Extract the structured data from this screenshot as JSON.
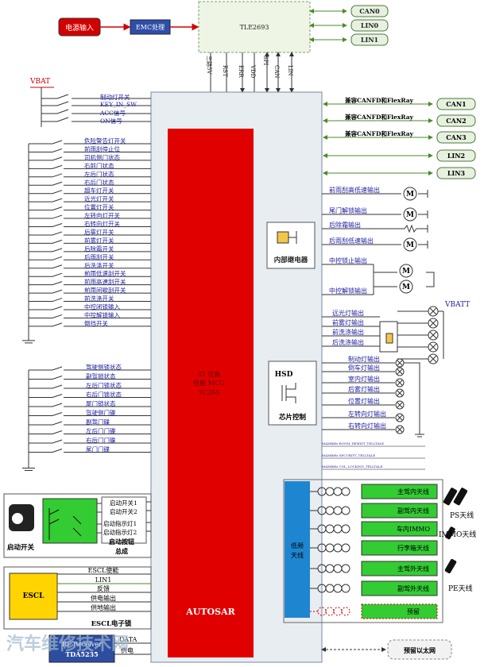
{
  "power_input": "电源输入",
  "emc": "EMC处理",
  "tle": "TLE2693",
  "tle_pins": [
    "三路5V",
    "RST",
    "ERR",
    "VDD",
    "SPI",
    "CAN",
    "LIN"
  ],
  "tle_ports": [
    "CAN0",
    "LIN0",
    "LIN1"
  ],
  "vbat": "VBAT",
  "vbatt": "VBATT",
  "ign_signals": [
    "制动灯开关",
    "KEY_IN_SW",
    "ACC信号",
    "ON信号"
  ],
  "inputs": [
    "危险警告灯开关",
    "前雨刮停止位",
    "司机侧门状态",
    "右前门状态",
    "左后门状态",
    "右后门状态",
    "超车灯开关",
    "近光灯开关",
    "位置灯开关",
    "左转向灯开关",
    "右转向灯开关",
    "后雾灯开关",
    "前雾灯开关",
    "后除霜开关",
    "后雨刮开关",
    "后洗涤开关",
    "前雨低速刮开关",
    "前雨高速刮开关",
    "前雨间歇刮开关",
    "前洗涤开关",
    "中控闭锁输入",
    "中控解锁输入",
    "倒挡开关"
  ],
  "inputs2": [
    "驾驶侧锁状态",
    "副驾锁状态",
    "左后门锁状态",
    "右后门锁状态",
    "尾门锁状态",
    "驾驶侧门碟",
    "副驾门碟",
    "左后门门碟",
    "右后门门碟",
    "尾门门碟"
  ],
  "mcu": {
    "line1": "32 位高",
    "line2": "性能 MCU",
    "line3": "TC265",
    "brand": "AUTOSAR"
  },
  "bus_label": "兼容CANFD和FlexRay",
  "bus_ports": [
    "CAN1",
    "CAN2",
    "CAN3",
    "LIN2",
    "LIN3"
  ],
  "relay_outputs": [
    "前雨刮高低速输出",
    "尾门解锁输出",
    "后除霜输出",
    "后雨刮低速输出"
  ],
  "relay_box": "内部继电器",
  "motor_outputs": [
    "中控锁止输出",
    "中控解锁输出"
  ],
  "lamp_outputs": [
    "远光灯输出",
    "前雾灯输出",
    "前洗涤输出",
    "后洗涤输出"
  ],
  "hsd_outputs": [
    "制动灯输出",
    "倒车灯输出",
    "室内灯输出",
    "后雾灯输出",
    "位置灯输出",
    "左转向灯输出",
    "右转向灯输出"
  ],
  "hsd": "HSD",
  "hsd_box": "芯片控制",
  "lf_label1": "低频",
  "lf_label2": "天线",
  "antennas": [
    "主驾内天线",
    "副驾内天线",
    "车内IMMO",
    "行李箱天线",
    "主驾外天线",
    "副驾外天线",
    "预留"
  ],
  "ps_label": "PS天线",
  "immo_label": "IMMO天线",
  "pe_label": "PE天线",
  "start_items": [
    "启动开关1",
    "启动开关2",
    "启动指示灯1",
    "启动指示灯2"
  ],
  "start_total": "启动按钮总成",
  "start_switch": "启动开关",
  "escl": "ESCL",
  "escl_signals": [
    "ESCL使能",
    "LIN1",
    "反馈",
    "供电输出",
    "供地输出"
  ],
  "escl_total": "ESCL电子锁",
  "rf_line1": "RF Receiver",
  "rf_line2": "TDA5235",
  "data": "DATA",
  "power_sig": "供电",
  "ethernet": "预留以太网",
  "watermark": "汽车维修技术网"
}
